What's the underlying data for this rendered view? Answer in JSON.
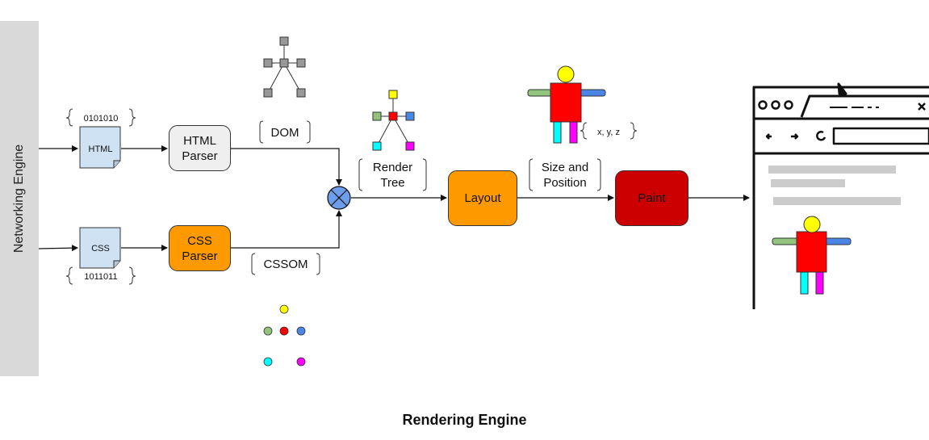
{
  "networking_engine": {
    "label": "Networking Engine"
  },
  "rendering_engine": {
    "label": "Rendering Engine"
  },
  "html_file": {
    "label": "HTML",
    "bytes": "0101010"
  },
  "css_file": {
    "label": "CSS",
    "bytes": "1011011"
  },
  "html_parser": {
    "label": "HTML\nParser"
  },
  "css_parser": {
    "label": "CSS\nParser"
  },
  "dom": {
    "label": "DOM"
  },
  "cssom": {
    "label": "CSSOM"
  },
  "render_tree": {
    "label": "Render\nTree"
  },
  "layout": {
    "label": "Layout"
  },
  "size_position": {
    "label": "Size and\nPosition"
  },
  "coordinates": {
    "label": "x, y, z"
  },
  "paint": {
    "label": "Paint"
  },
  "colors": {
    "band": "#d9d9d9",
    "file": "#cfe2f3",
    "html_parser": "#efefef",
    "orange": "#ff9900",
    "paint": "#cc0000",
    "combine": "#6d9eeb",
    "yellow": "#ffff00",
    "green": "#93c47d",
    "red": "#ff0000",
    "blue": "#4a86e8",
    "cyan": "#00ffff",
    "magenta": "#ff00ff",
    "gray_node": "#999999",
    "placeholder_bar": "#cccccc"
  }
}
